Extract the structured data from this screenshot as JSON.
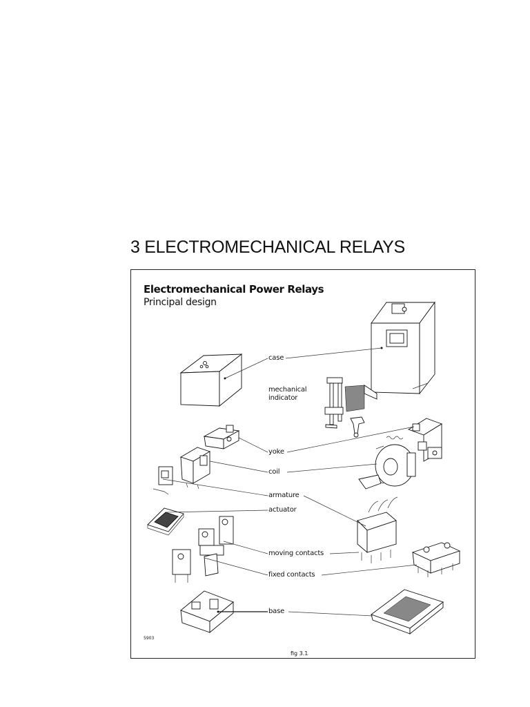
{
  "page": {
    "chapter_heading": "3  ELECTROMECHANICAL RELAYS"
  },
  "figure": {
    "title": "Electromechanical Power Relays",
    "subtitle": "Principal design",
    "code": "5903",
    "caption": "fig 3.1",
    "labels": {
      "case": "case",
      "mechanical_indicator_line1": "mechanical",
      "mechanical_indicator_line2": "indicator",
      "yoke": "yoke",
      "coil": "coil",
      "armature": "armature",
      "actuator": "actuator",
      "moving_contacts": "moving contacts",
      "fixed_contacts": "fixed contacts",
      "base": "base"
    }
  }
}
